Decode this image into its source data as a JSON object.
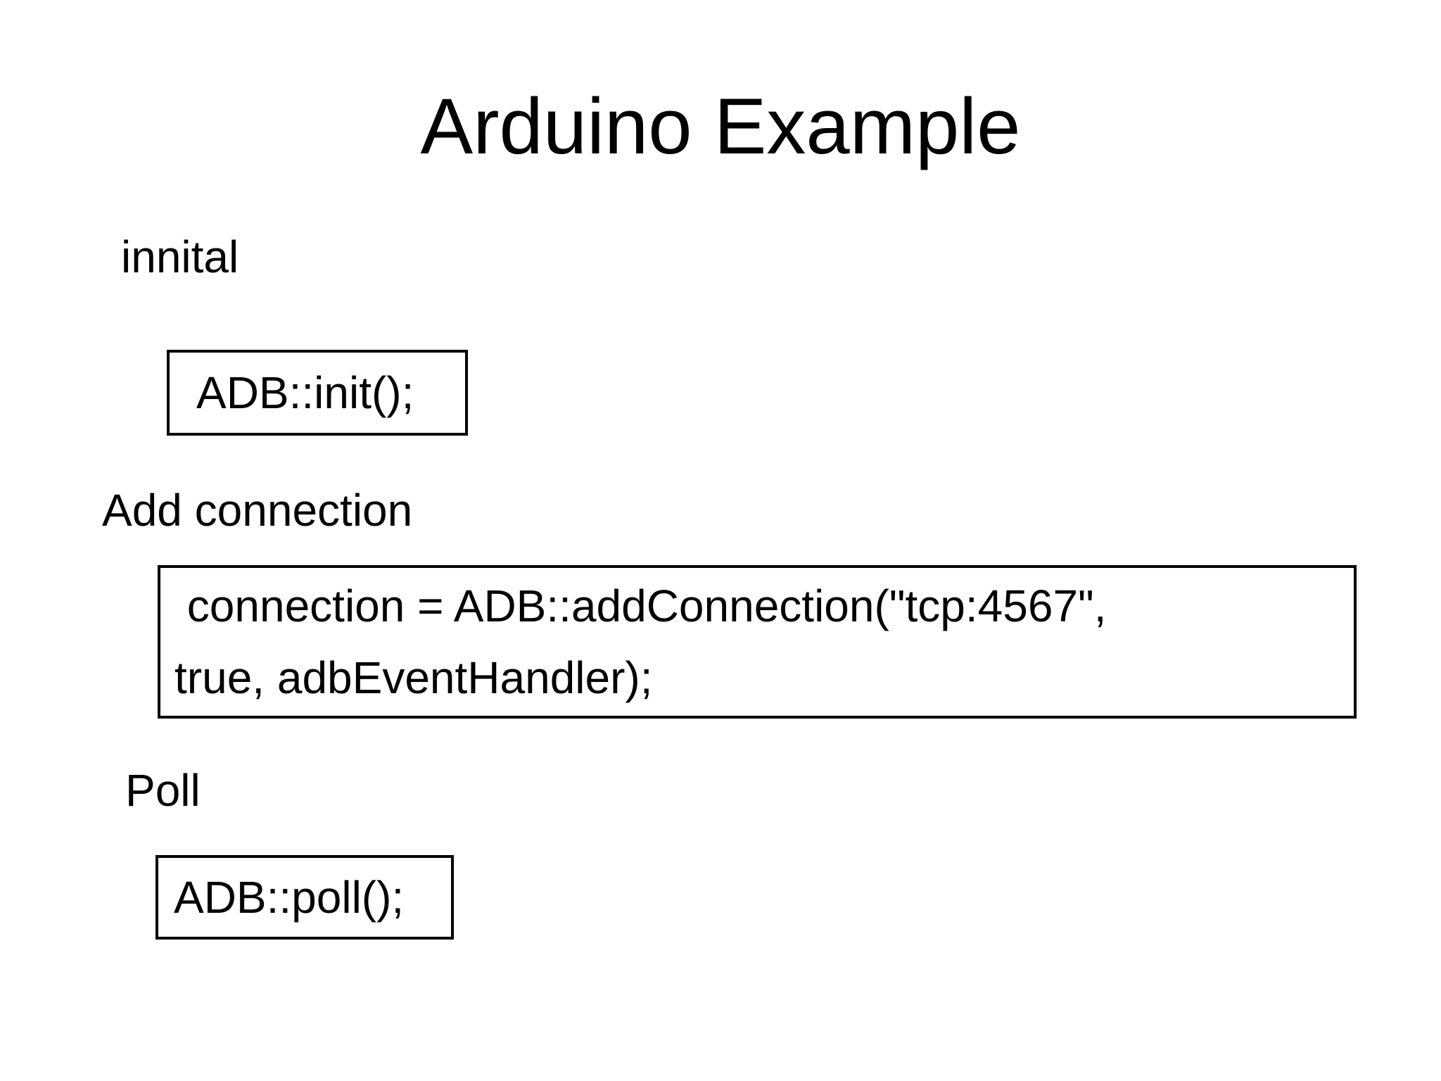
{
  "slide": {
    "title": "Arduino Example",
    "sections": [
      {
        "label": "innital",
        "code": "ADB::init();"
      },
      {
        "label": "Add connection",
        "code_lines": [
          " connection = ADB::addConnection(\"tcp:4567\",",
          "true, adbEventHandler);"
        ]
      },
      {
        "label": "Poll",
        "code": "ADB::poll();"
      }
    ],
    "colors": {
      "background": "#ffffff",
      "text": "#000000",
      "box_border": "#000000"
    }
  }
}
